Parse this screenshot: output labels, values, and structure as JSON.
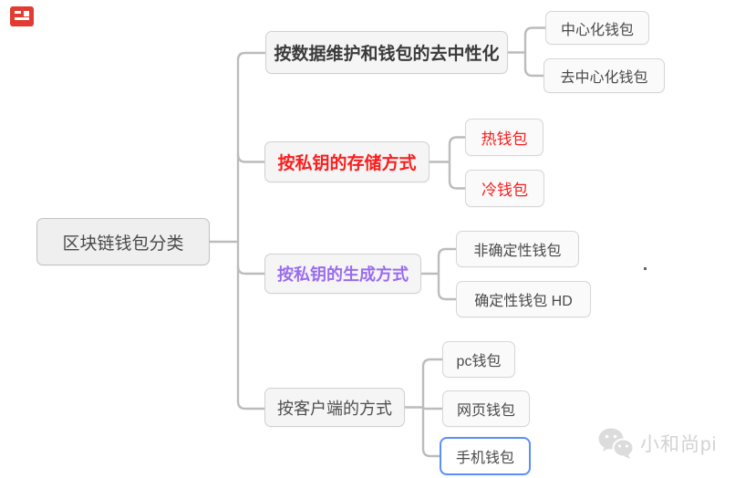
{
  "diagram": {
    "title": "blockchain wallet classification mind map",
    "root": {
      "label": "区块链钱包分类"
    },
    "branches": [
      {
        "label": "按数据维护和钱包的去中性化",
        "text_color": "#3b3b3b",
        "bold": true,
        "children": [
          {
            "label": "中心化钱包"
          },
          {
            "label": "去中心化钱包"
          }
        ]
      },
      {
        "label": "按私钥的存储方式",
        "text_color": "#fa1e1e",
        "bold": true,
        "children": [
          {
            "label": "热钱包",
            "text_color": "#fa1e1e"
          },
          {
            "label": "冷钱包",
            "text_color": "#fa1e1e"
          }
        ]
      },
      {
        "label": "按私钥的生成方式",
        "text_color": "#9a6cf0",
        "bold": true,
        "children": [
          {
            "label": "非确定性钱包"
          },
          {
            "label": "确定性钱包 HD"
          }
        ]
      },
      {
        "label": "按客户端的方式",
        "text_color": "#4f4f4f",
        "bold": false,
        "children": [
          {
            "label": "pc钱包"
          },
          {
            "label": "网页钱包"
          },
          {
            "label": "手机钱包",
            "selected": true,
            "border_color": "#5b8ff9"
          }
        ]
      }
    ]
  },
  "watermark": {
    "text": "小和尚pi",
    "logo": "wechat-logo-icon"
  },
  "colors": {
    "node_fill": "#fafafa",
    "node_border": "#d6d6d6",
    "branch_fill": "#f5f5f5",
    "root_fill": "#efefef",
    "root_border": "#c2c2c2",
    "connector": "#bcbcbc",
    "selected_border": "#5b8ff9",
    "red": "#fa1e1e",
    "purple": "#9a6cf0",
    "default_text": "#4a4a4a",
    "watermark_text": "#d3d3d3",
    "stamp_red": "#e23b31"
  }
}
